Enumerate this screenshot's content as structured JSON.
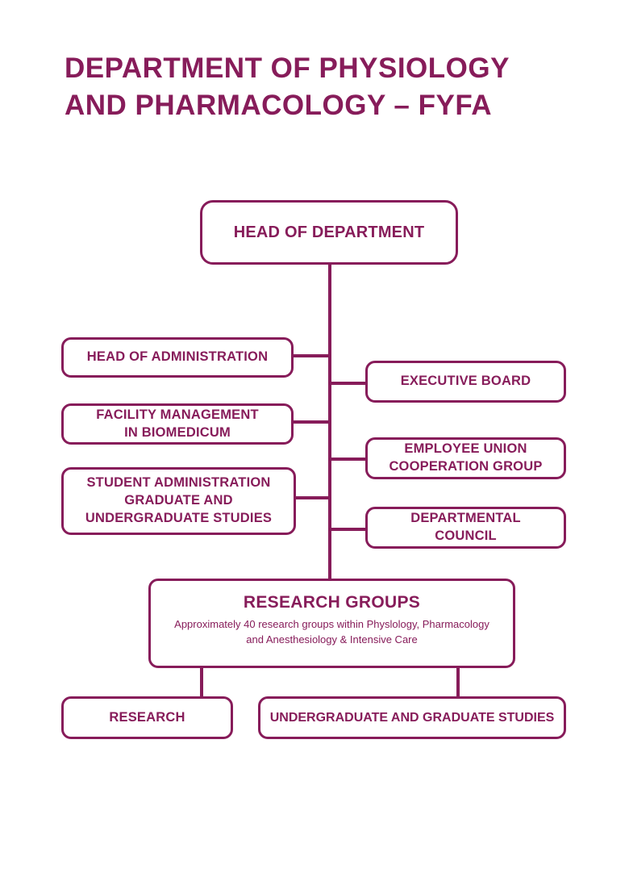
{
  "colors": {
    "plum": "#871c5a",
    "background": "#ffffff"
  },
  "title": {
    "line1": "DEPARTMENT OF PHYSIOLOGY",
    "line2": "AND PHARMACOLOGY – FYFA"
  },
  "org_chart": {
    "head": {
      "label": "HEAD OF DEPARTMENT"
    },
    "head_of_administration": {
      "label": "HEAD OF ADMINISTRATION"
    },
    "facility_management": {
      "line1": "FACILITY MANAGEMENT",
      "line2": "IN BIOMEDICUM"
    },
    "student_administration": {
      "line1": "STUDENT ADMINISTRATION",
      "line2": "GRADUATE AND",
      "line3": "UNDERGRADUATE STUDIES"
    },
    "executive_board": {
      "label": "EXECUTIVE BOARD"
    },
    "employee_union_cooperation_group": {
      "line1": "EMPLOYEE UNION",
      "line2": "COOPERATION GROUP"
    },
    "departmental_council": {
      "line1": "DEPARTMENTAL",
      "line2": "COUNCIL"
    },
    "research_groups": {
      "title": "RESEARCH GROUPS",
      "description_line1": "Approximately 40 research groups within Physlology, Pharmacology",
      "description_line2": "and Anesthesiology & Intensive Care"
    },
    "research": {
      "label": "RESEARCH"
    },
    "undergraduate_and_graduate_studies": {
      "label": "UNDERGRADUATE AND GRADUATE STUDIES"
    }
  }
}
